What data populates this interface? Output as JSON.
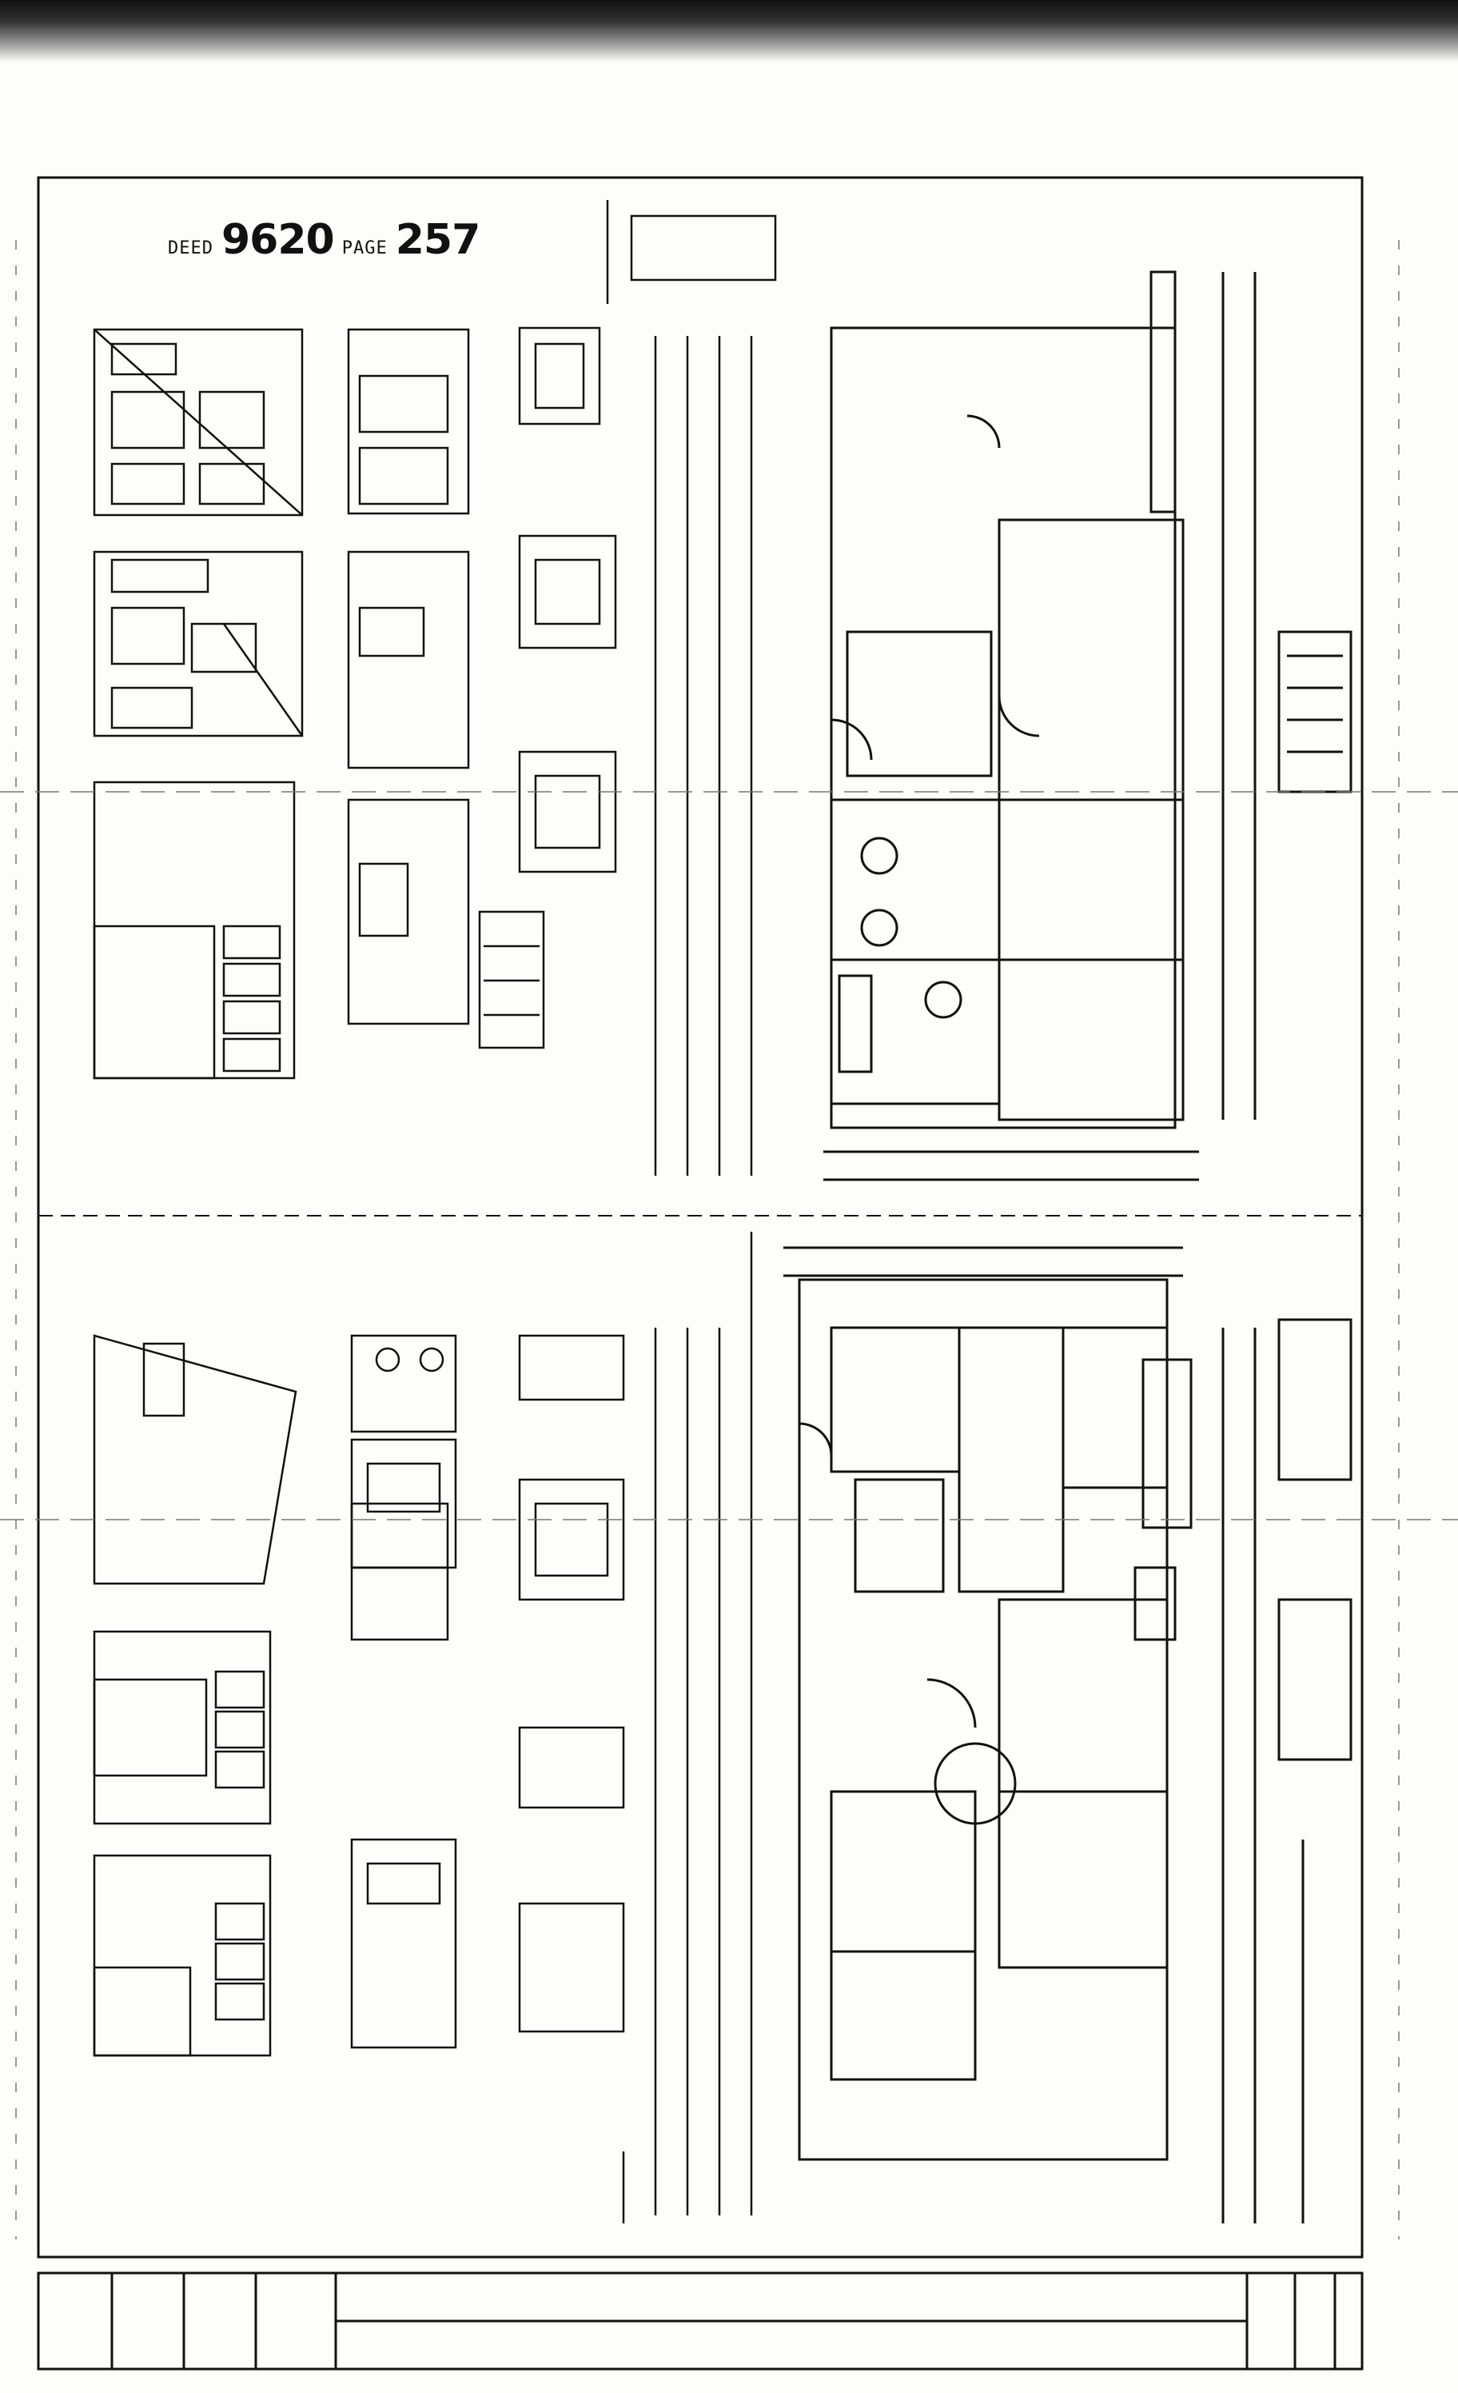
{
  "document": {
    "type": "architectural drawing sheet (scanned blueprint)",
    "stamp": {
      "deed_label": "DEED",
      "deed_number": "9620",
      "page_label": "PAGE",
      "page_number": "257"
    }
  },
  "colors": {
    "paper": "#fdfdfb",
    "ink": "#111111"
  }
}
